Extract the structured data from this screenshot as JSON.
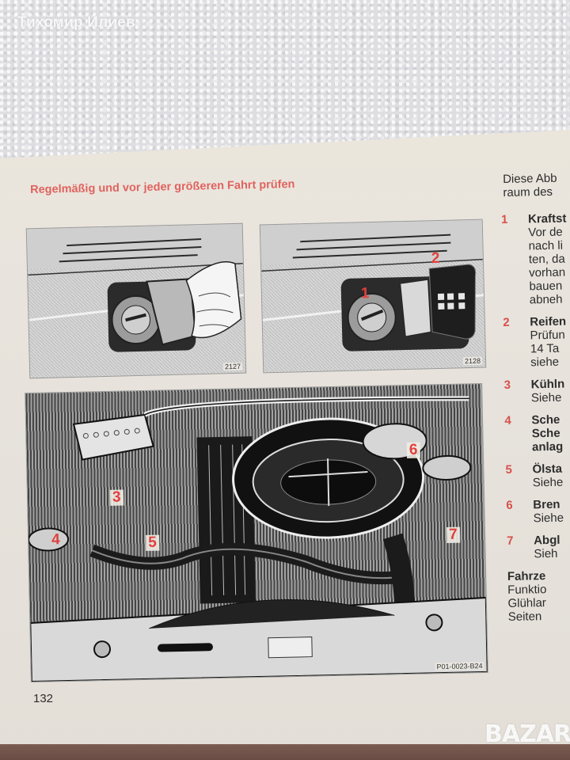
{
  "watermark": {
    "seller_name": "Тихомир Илиев",
    "site_logo": "BAZAR"
  },
  "page": {
    "heading": "Regelmäßig und vor jeder größeren Fahrt prüfen",
    "page_number": "132",
    "accent_color": "#e0635f"
  },
  "figures": [
    {
      "id": "fig-fuel-cap-hand",
      "number": "2127",
      "callouts": []
    },
    {
      "id": "fig-fuel-cap-open",
      "number": "2128",
      "callouts": [
        "1",
        "2"
      ]
    },
    {
      "id": "fig-engine-bay",
      "number": "P01-0023-B24",
      "callouts": [
        "3",
        "4",
        "5",
        "6",
        "7"
      ]
    }
  ],
  "right_column": {
    "intro_lines": [
      "Diese Abb",
      "raum des"
    ],
    "items": [
      {
        "num": "1",
        "title": "Kraftst",
        "lines": [
          "Vor de",
          "nach li",
          "ten, da",
          "vorhan",
          "bauen",
          "abneh"
        ]
      },
      {
        "num": "2",
        "title": "Reifen",
        "lines": [
          "Prüfun",
          "14 Ta",
          "siehe"
        ]
      },
      {
        "num": "3",
        "title": "Kühln",
        "lines": [
          "Siehe"
        ]
      },
      {
        "num": "4",
        "title": "Sche",
        "lines": [
          "Sche",
          "anlag"
        ],
        "lines_bold": true
      },
      {
        "num": "5",
        "title": "Ölsta",
        "lines": [
          "Siehe"
        ]
      },
      {
        "num": "6",
        "title": "Bren",
        "lines": [
          "Siehe"
        ]
      },
      {
        "num": "7",
        "title": "Abgl",
        "lines": [
          "Sieh"
        ]
      }
    ],
    "footer": {
      "title": "Fahrze",
      "lines": [
        "Funktio",
        "Glühlar",
        "Seiten"
      ]
    }
  }
}
